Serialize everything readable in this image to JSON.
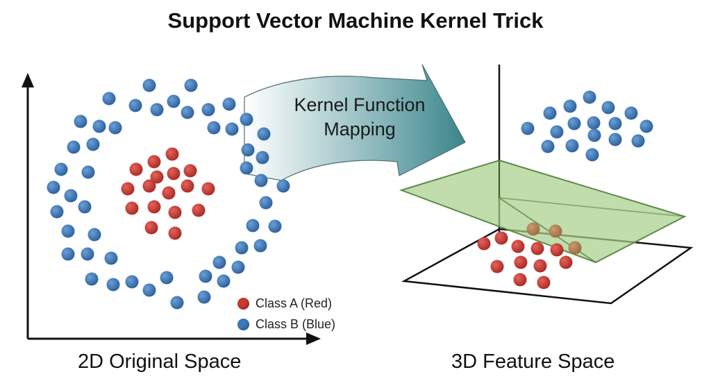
{
  "title": "Support Vector Machine Kernel Trick",
  "left_caption": "2D Original Space",
  "right_caption": "3D Feature Space",
  "arrow_label_line1": "Kernel Function",
  "arrow_label_line2": "Mapping",
  "legend": {
    "class_a": "Class A (Red)",
    "class_b": "Class B (Blue)"
  },
  "colors": {
    "class_a": "#c93a32",
    "class_b": "#3b78b8",
    "hyperplane": "#a7d08a",
    "arrow": "#2f7f86"
  }
}
